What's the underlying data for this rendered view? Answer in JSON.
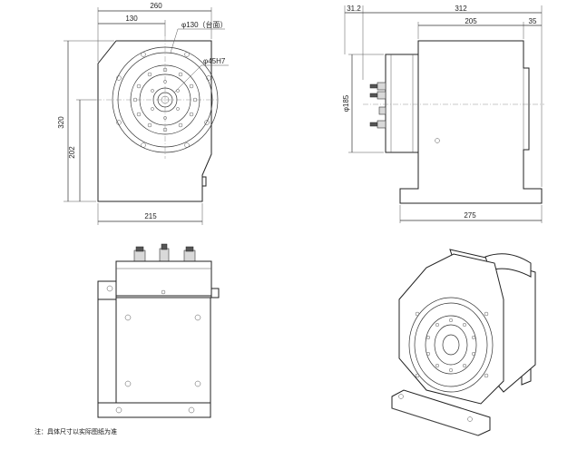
{
  "front_view": {
    "dim_width_total": "260",
    "dim_width_half": "130",
    "dim_height_total": "320",
    "dim_height_center": "202",
    "dim_bottom_width": "215",
    "callout_face": "φ130（台面）",
    "callout_bore": "φ45H7"
  },
  "side_view": {
    "dim_flange": "31.2",
    "dim_total": "312",
    "dim_body": "205",
    "dim_rear": "35",
    "dim_diameter": "φ185",
    "dim_base": "275"
  },
  "note": "注：具体尺寸以实际图纸为准"
}
